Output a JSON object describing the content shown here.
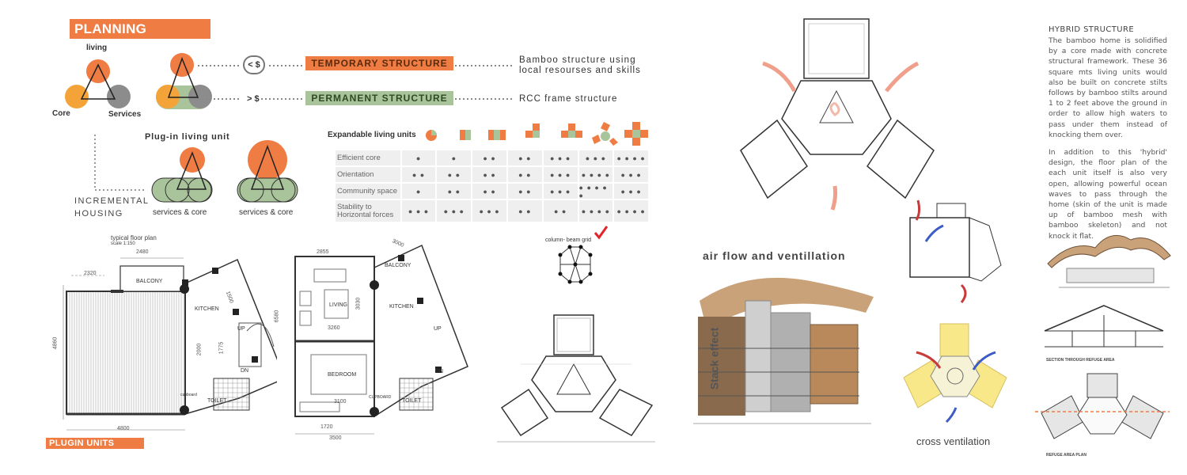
{
  "planning": {
    "title": "PLANNING CONCEPT",
    "label_living": "living",
    "label_core": "Core",
    "label_services": "Services",
    "temp_symbol": "< $",
    "perm_symbol": "> $",
    "temp_structure": "TEMPORARY STRUCTURE",
    "perm_structure": "PERMANENT STRUCTURE",
    "temp_desc_1": "Bamboo structure using",
    "temp_desc_2": "local resourses and skills",
    "perm_desc": "RCC frame structure",
    "plugin_heading": "Plug-in living unit",
    "incremental_1": "INCREMENTAL",
    "incremental_2": "HOUSING",
    "services_core_1": "services & core",
    "services_core_2": "services & core"
  },
  "table": {
    "heading": "Expandable living units",
    "rows": [
      {
        "label": "Efficient core",
        "dots": [
          "●",
          "●",
          "● ●",
          "● ●",
          "● ● ●",
          "● ● ●",
          "● ● ● ●"
        ]
      },
      {
        "label": "Orientation",
        "dots": [
          "● ●",
          "● ●",
          "● ●",
          "● ●",
          "● ● ●",
          "● ● ● ●",
          "● ● ●"
        ]
      },
      {
        "label": "Community space",
        "dots": [
          "●",
          "● ●",
          "● ●",
          "● ●",
          "● ● ●",
          "● ● ● ● ●",
          "● ● ●"
        ]
      },
      {
        "label": "Stability to Horizontal forces",
        "dots": [
          "● ● ●",
          "● ● ●",
          "● ● ●",
          "● ●",
          "● ●",
          "● ● ● ●",
          "● ● ● ●"
        ]
      }
    ]
  },
  "plans": {
    "typical_floor_plan": "typical floor plan",
    "scale": "scale 1:150",
    "dims_left": [
      "2480",
      "2320",
      "4860",
      "4800",
      "1500",
      "2000",
      "1775"
    ],
    "balcony": "BALCONY",
    "kitchen": "KITCHEN",
    "up": "UP",
    "dn": "DN",
    "toilet": "TOILET",
    "cupboard": "cupboard",
    "dims_right": [
      "2855",
      "3000",
      "3260",
      "3100",
      "6580",
      "1720",
      "3500",
      "3030"
    ],
    "living": "LIVING",
    "bedroom": "BEDROOM",
    "cupboard2": "CUPBOARD",
    "plugin_units": "PLUGIN UNITS",
    "column_beam_grid": "column- beam grid"
  },
  "airflow": {
    "title": "air flow and ventillation",
    "stack_effect": "Stack effect",
    "cross_ventilation": "cross ventilation"
  },
  "hybrid": {
    "title": "HYBRID STRUCTURE",
    "para1": "The bamboo home is solidified by a core made with concrete structural framework. These 36 square mts living units would also be built on concrete stilts follows by bamboo stilts around 1 to 2 feet above the ground in order to allow high waters to pass under them instead of knocking them over.",
    "para2": "In addition to this 'hybrid' design, the floor plan of the each unit itself is also very open, allowing powerful ocean waves to pass through the home (skin of the unit is made up of bamboo mesh with bamboo skeleton) and not knock it flat.",
    "section_label": "SECTION THROUGH REFUGE AREA",
    "refuge_label": "REFUGE AREA PLAN"
  },
  "colors": {
    "orange": "#ef7c43",
    "green": "#a9c49a",
    "gray": "#8c8c8c",
    "yellow": "#f9e88a"
  }
}
